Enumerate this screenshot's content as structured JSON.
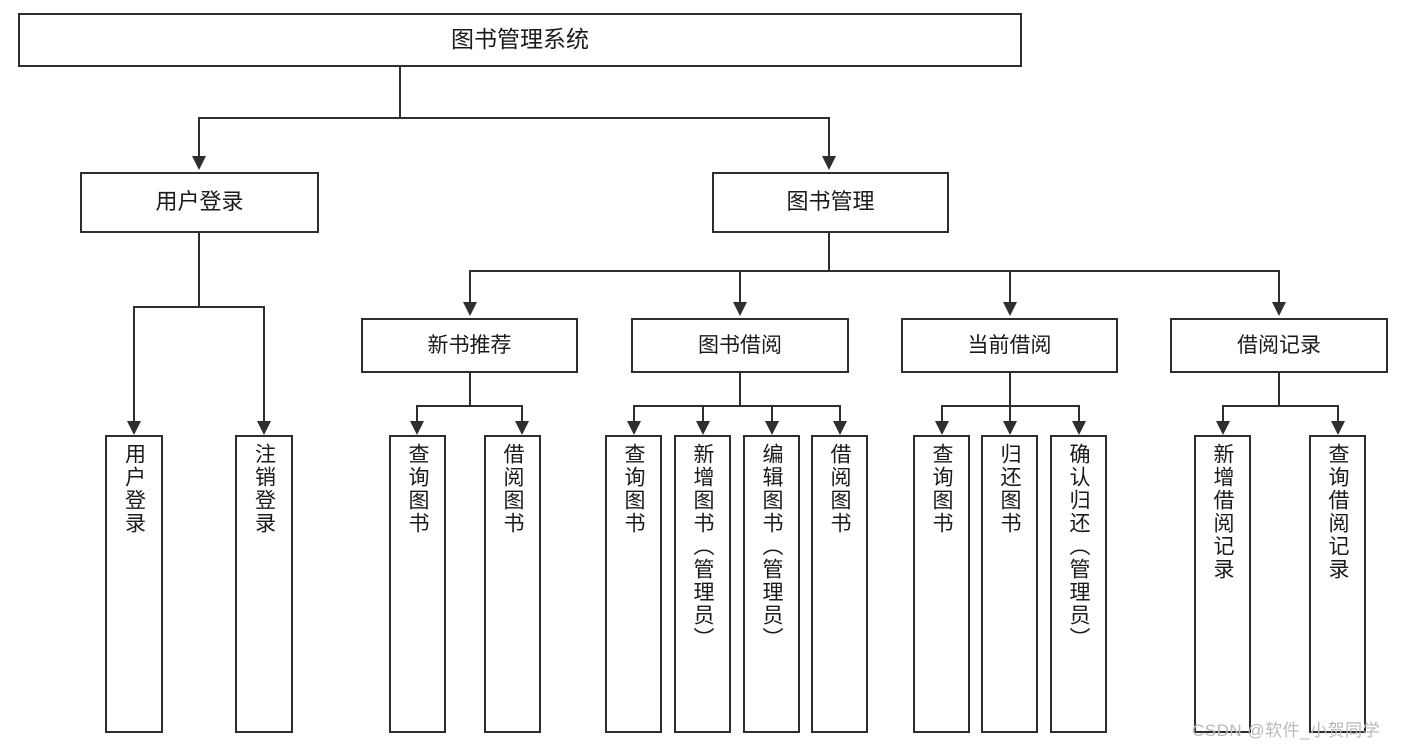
{
  "diagram": {
    "type": "tree-hierarchy-chart",
    "title": "图书管理系统",
    "root": {
      "label": "图书管理系统"
    },
    "level2": [
      {
        "label": "用户登录"
      },
      {
        "label": "图书管理"
      }
    ],
    "level3": [
      {
        "label": "新书推荐"
      },
      {
        "label": "图书借阅"
      },
      {
        "label": "当前借阅"
      },
      {
        "label": "借阅记录"
      }
    ],
    "leaves": {
      "user_login": [
        {
          "label": "用户登录"
        },
        {
          "label": "注销登录"
        }
      ],
      "new_book_recommend": [
        {
          "label": "查询图书"
        },
        {
          "label": "借阅图书"
        }
      ],
      "book_borrow": [
        {
          "label": "查询图书"
        },
        {
          "label": "新增图书（管理员）"
        },
        {
          "label": "编辑图书（管理员）"
        },
        {
          "label": "借阅图书"
        }
      ],
      "current_borrow": [
        {
          "label": "查询图书"
        },
        {
          "label": "归还图书"
        },
        {
          "label": "确认归还（管理员）"
        }
      ],
      "borrow_record": [
        {
          "label": "新增借阅记录"
        },
        {
          "label": "查询借阅记录"
        }
      ]
    }
  },
  "watermark": {
    "text": "CSDN @软件_小贺同学"
  },
  "colors": {
    "stroke": "#2e2e2e",
    "fill": "#ffffff",
    "text": "#1a1a1a",
    "watermark": "#b9b9b9"
  }
}
